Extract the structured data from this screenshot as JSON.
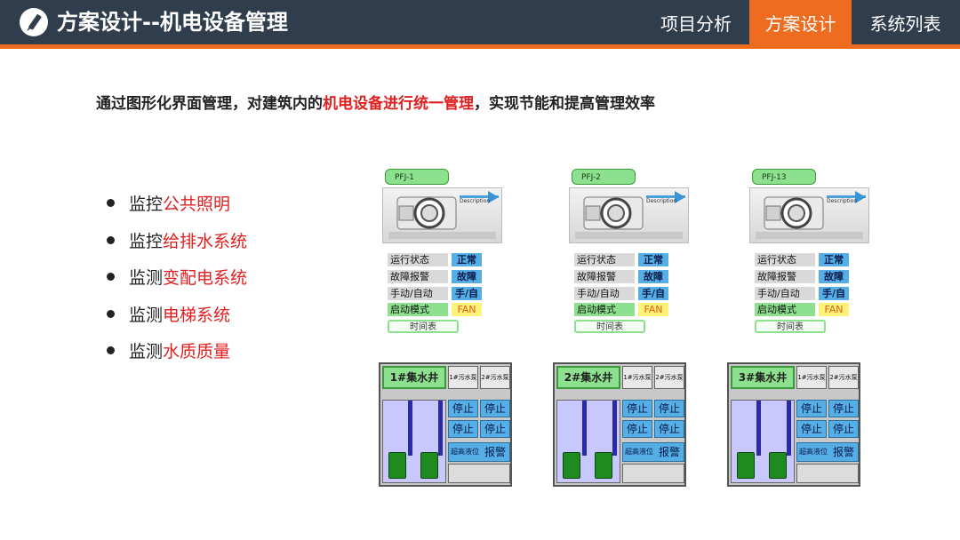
{
  "header": {
    "title": "方案设计--机电设备管理",
    "tabs": [
      {
        "label": "项目分析",
        "active": false
      },
      {
        "label": "方案设计",
        "active": true
      },
      {
        "label": "系统列表",
        "active": false
      }
    ]
  },
  "subtitle": {
    "before": "通过图形化界面管理，对建筑内的",
    "highlight": "机电设备进行统一管理",
    "after": "，实现节能和提高管理效率"
  },
  "bullets": [
    {
      "prefix": "监控",
      "highlight": "公共照明"
    },
    {
      "prefix": "监控",
      "highlight": "给排水系统"
    },
    {
      "prefix": "监测",
      "highlight": "变配电系统"
    },
    {
      "prefix": "监测",
      "highlight": "电梯系统"
    },
    {
      "prefix": "监测",
      "highlight": "水质质量"
    }
  ],
  "fans": [
    {
      "tag": "PFJ-1",
      "description": "Description",
      "status_label": "运行状态",
      "status_value": "正常",
      "fault_label": "故障报警",
      "fault_value": "故障",
      "mode_label": "手动/自动",
      "mode_value": "手/自",
      "start_label": "启动模式",
      "start_value": "FAN",
      "schedule_button": "时间表"
    },
    {
      "tag": "PFJ-2",
      "description": "Description",
      "status_label": "运行状态",
      "status_value": "正常",
      "fault_label": "故障报警",
      "fault_value": "故障",
      "mode_label": "手动/自动",
      "mode_value": "手/自",
      "start_label": "启动模式",
      "start_value": "FAN",
      "schedule_button": "时间表"
    },
    {
      "tag": "PFJ-13",
      "description": "Description",
      "status_label": "运行状态",
      "status_value": "正常",
      "fault_label": "故障报警",
      "fault_value": "故障",
      "mode_label": "手动/自动",
      "mode_value": "手/自",
      "start_label": "启动模式",
      "start_value": "FAN",
      "schedule_button": "时间表"
    }
  ],
  "pumps": [
    {
      "title": "1#集水井",
      "pump1": "1#污水泵",
      "pump2": "2#污水泵",
      "row1": [
        "停止",
        "停止"
      ],
      "row2": [
        "停止",
        "停止"
      ],
      "alarm_label": "超高液位",
      "alarm_value": "报警"
    },
    {
      "title": "2#集水井",
      "pump1": "1#污水泵",
      "pump2": "2#污水泵",
      "row1": [
        "停止",
        "停止"
      ],
      "row2": [
        "停止",
        "停止"
      ],
      "alarm_label": "超高液位",
      "alarm_value": "报警"
    },
    {
      "title": "3#集水井",
      "pump1": "1#污水泵",
      "pump2": "2#污水泵",
      "row1": [
        "停止",
        "停止"
      ],
      "row2": [
        "停止",
        "停止"
      ],
      "alarm_label": "超高液位",
      "alarm_value": "报警"
    }
  ],
  "colors": {
    "header_bg": "#2f3d4c",
    "accent": "#ee6c1f",
    "highlight": "#e02020",
    "status_blue": "#55aee5",
    "green": "#8de08d"
  }
}
